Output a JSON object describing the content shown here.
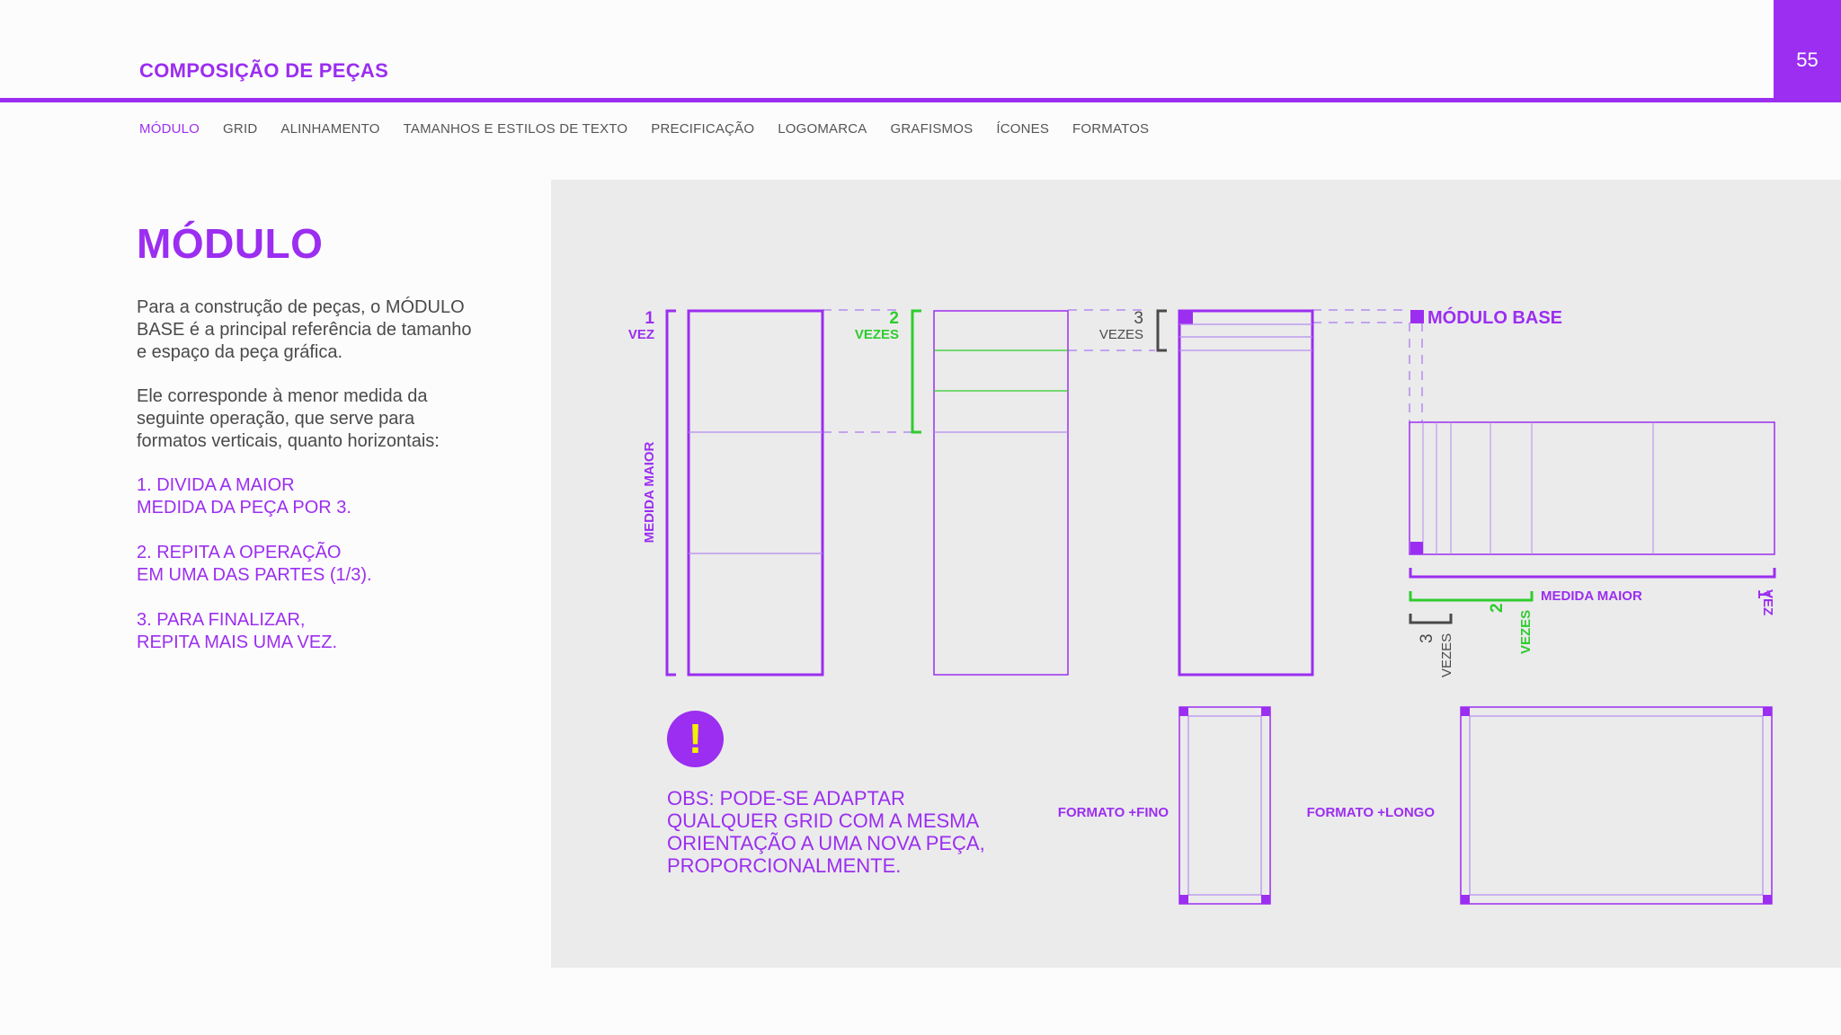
{
  "header": {
    "title": "COMPOSIÇÃO DE PEÇAS",
    "page_number": "55"
  },
  "nav": {
    "items": [
      "MÓDULO",
      "GRID",
      "ALINHAMENTO",
      "TAMANHOS E ESTILOS DE TEXTO",
      "PRECIFICAÇÃO",
      "LOGOMARCA",
      "GRAFISMOS",
      "ÍCONES",
      "FORMATOS"
    ],
    "active": "MÓDULO"
  },
  "section": {
    "title": "MÓDULO",
    "para1": [
      "Para a construção de peças, o MÓDULO",
      "BASE é a principal referência de tamanho",
      "e espaço da peça gráfica."
    ],
    "para2": [
      "Ele corresponde à menor medida da",
      "seguinte operação, que serve para",
      "formatos verticais, quanto horizontais:"
    ],
    "steps": [
      [
        "1. DIVIDA A MAIOR",
        "MEDIDA DA PEÇA POR 3."
      ],
      [
        "2. REPITA A OPERAÇÃO",
        "EM UMA DAS PARTES (1/3)."
      ],
      [
        "3. PARA FINALIZAR,",
        "REPITA MAIS UMA VEZ."
      ]
    ]
  },
  "diagram": {
    "label_1": "1",
    "label_vez": "VEZ",
    "label_2": "2",
    "label_vezes": "VEZES",
    "label_3": "3",
    "medida_maior": "MEDIDA MAIOR",
    "modulo_base": "MÓDULO BASE",
    "formato_fino": "FORMATO +FINO",
    "formato_longo": "FORMATO +LONGO",
    "warning_symbol": "!",
    "obs": [
      "OBS: PODE-SE ADAPTAR",
      "QUALQUER GRID COM A MESMA",
      "ORIENTAÇÃO A UMA NOVA PEÇA,",
      "PROPORCIONALMENTE."
    ]
  },
  "colors": {
    "accent": "#9b2ef0",
    "green": "#2ecc2e",
    "dark": "#4a4a4a",
    "panel": "#ebebeb",
    "warning_mark": "#f2f200"
  }
}
